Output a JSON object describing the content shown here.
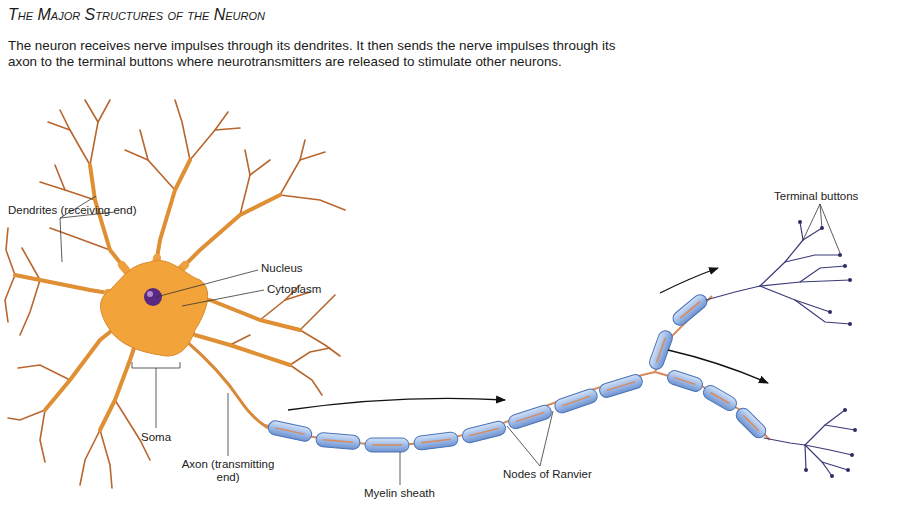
{
  "diagram": {
    "title": "The Major Structures of the Neuron",
    "caption": "The neuron receives nerve impulses through its dendrites. It then sends the nerve impulses through its axon to the terminal buttons where neurotransmitters are released to stimulate other neurons.",
    "labels": [
      "Dendrites (receiving end)",
      "Nucleus",
      "Cytoplasm",
      "Soma",
      "Axon (transmitting end)",
      "Myelin sheath",
      "Nodes of Ranvier",
      "Terminal buttons"
    ]
  }
}
